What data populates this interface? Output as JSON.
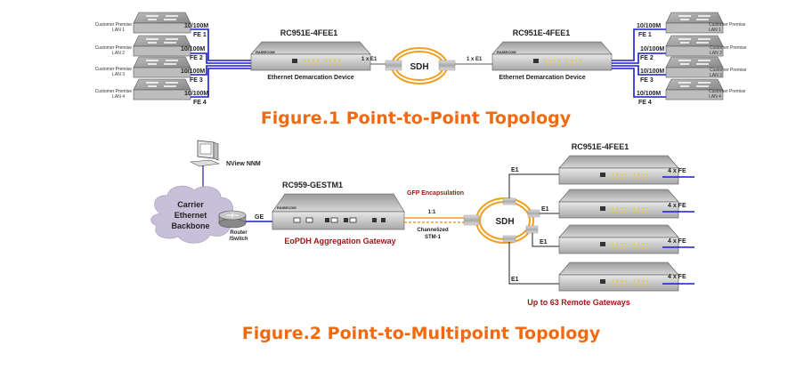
{
  "figure1": {
    "caption": "Figure.1 Point-to-Point Topology",
    "left_device": {
      "model": "RC951E-4FEE1",
      "description": "Ethernet Demarcation Device",
      "brand": "RAISECOM"
    },
    "right_device": {
      "model": "RC951E-4FEE1",
      "description": "Ethernet Demarcation Device",
      "brand": "RAISECOM"
    },
    "ring_label": "SDH",
    "left_link": "1 x E1",
    "right_link": "1 x E1",
    "left_lans": [
      {
        "name": "Customer Premise",
        "lan": "LAN 1",
        "speed": "10/100M",
        "port": "FE 1"
      },
      {
        "name": "Customer Premise",
        "lan": "LAN 2",
        "speed": "10/100M",
        "port": "FE 2"
      },
      {
        "name": "Customer Premise",
        "lan": "LAN 3",
        "speed": "10/100M",
        "port": "FE 3"
      },
      {
        "name": "Customer Premise",
        "lan": "LAN 4",
        "speed": "10/100M",
        "port": "FE 4"
      }
    ],
    "right_lans": [
      {
        "name": "Customer Premise",
        "lan": "LAN 1",
        "speed": "10/100M",
        "port": "FE 1"
      },
      {
        "name": "Customer Premise",
        "lan": "LAN 2",
        "speed": "10/100M",
        "port": "FE 2"
      },
      {
        "name": "Customer Premise",
        "lan": "LAN 3",
        "speed": "10/100M",
        "port": "FE 3"
      },
      {
        "name": "Customer Premise",
        "lan": "LAN 4",
        "speed": "10/100M",
        "port": "FE 4"
      }
    ]
  },
  "figure2": {
    "caption": "Figure.2 Point-to-Multipoint Topology",
    "nms_label": "NView NNM",
    "cloud": [
      "Carrier",
      "Ethernet",
      "Backbone"
    ],
    "router_label": [
      "Router",
      "/Switch"
    ],
    "ge_label": "GE",
    "gateway": {
      "model": "RC959-GESTM1",
      "description": "EoPDH Aggregation Gateway",
      "brand": "RAISECOM"
    },
    "gfp_label": "GFP Encapsulation",
    "protection_label": "1:1",
    "stm_label": [
      "Channelized",
      "STM-1"
    ],
    "ring_label": "SDH",
    "remote_model": "RC951E-4FEE1",
    "remotes": [
      {
        "link": "E1",
        "ports": "4 x FE"
      },
      {
        "link": "E1",
        "ports": "4 x FE"
      },
      {
        "link": "E1",
        "ports": "4 x FE"
      },
      {
        "link": "E1",
        "ports": "4 x FE"
      }
    ],
    "remote_caption": "Up to 63 Remote Gateways"
  },
  "colors": {
    "caption": "#f26a10",
    "ring": "#f0a020",
    "lan_line": "#1a1ad0",
    "label_red": "#a01818",
    "cloud": "#c8c0d8"
  }
}
